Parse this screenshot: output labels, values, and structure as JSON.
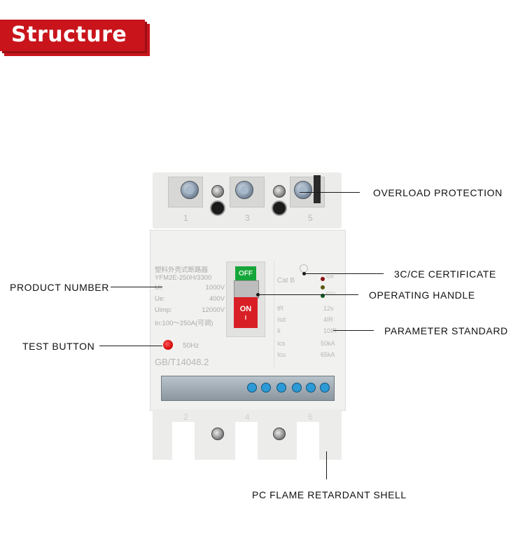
{
  "title": "Structure",
  "colors": {
    "accent": "#c9141c",
    "text": "#111111"
  },
  "callouts": {
    "overload_protection": "OVERLOAD PROTECTION",
    "certificate": "3C/CE CERTIFICATE",
    "product_number": "PRODUCT NUMBER",
    "operating_handle": "OPERATING HANDLE",
    "parameter_standard": "PARAMETER STANDARD",
    "test_button": "TEST BUTTON",
    "shell": "PC FLAME RETARDANT SHELL"
  },
  "breaker": {
    "top_poles": [
      "1",
      "3",
      "5"
    ],
    "bottom_poles": [
      "2",
      "4",
      "6"
    ],
    "chinese_name": "塑料外壳式断路器",
    "model": "YFM2E-250H/3300",
    "ui_label": "Ui:",
    "ui_value": "1000V",
    "ue_label": "Ue:",
    "ue_value": "400V",
    "uimp_label": "Uimp:",
    "uimp_value": "12000V",
    "in_value": "In:100～250A(可调)",
    "frequency": "50Hz",
    "standard": "GB/T14048.2",
    "off_label": "OFF",
    "on_label": "ON",
    "on_symbol": "I",
    "cat": "Cat  B",
    "params": [
      {
        "k": "tR",
        "v": "12s"
      },
      {
        "k": "Isd",
        "v": "4IR"
      },
      {
        "k": "Ii",
        "v": "10IR"
      },
      {
        "k": "Ics",
        "v": "50kA"
      },
      {
        "k": "Icu",
        "v": "65kA"
      }
    ],
    "led_labels": [
      "IOR",
      "",
      "ECU"
    ]
  }
}
